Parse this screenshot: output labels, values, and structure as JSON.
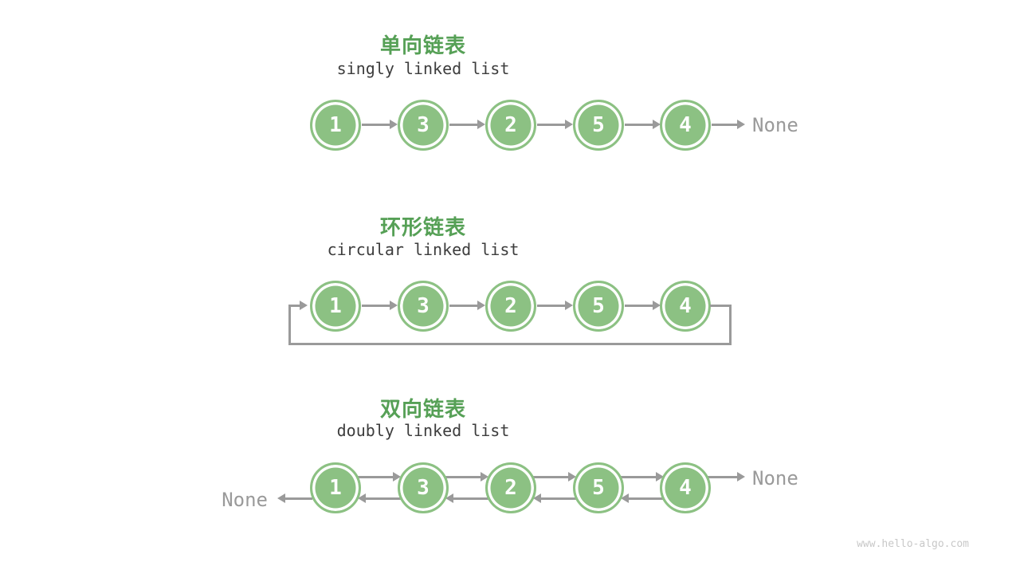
{
  "colors": {
    "node_green": "#8cc183",
    "title_green": "#56a056",
    "arrow_gray": "#9a9a9a",
    "subtitle_gray": "#3d3d3d",
    "watermark_gray": "#c8c8c8"
  },
  "sections": [
    {
      "title_zh": "单向链表",
      "title_en": "singly linked list",
      "nodes": [
        "1",
        "3",
        "2",
        "5",
        "4"
      ],
      "tail_label": "None"
    },
    {
      "title_zh": "环形链表",
      "title_en": "circular linked list",
      "nodes": [
        "1",
        "3",
        "2",
        "5",
        "4"
      ]
    },
    {
      "title_zh": "双向链表",
      "title_en": "doubly linked list",
      "nodes": [
        "1",
        "3",
        "2",
        "5",
        "4"
      ],
      "head_label": "None",
      "tail_label": "None"
    }
  ],
  "watermark": "www.hello-algo.com"
}
